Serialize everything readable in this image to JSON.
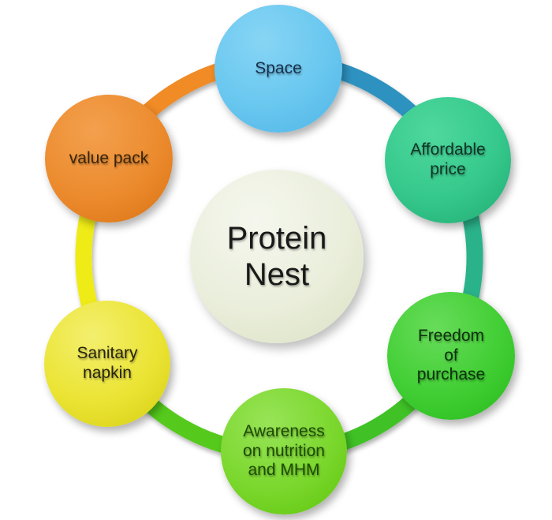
{
  "diagram": {
    "background_color": "#ffffff",
    "center": {
      "label": "Protein\nNest",
      "text_color": "#191919",
      "fill": [
        "#f5f7ee",
        "#eaeedb",
        "#dbe1c4"
      ]
    },
    "nodes": [
      {
        "id": "space",
        "label": "Space",
        "text_color": "#15304d",
        "fill": [
          "#87d5f5",
          "#69c7ef",
          "#51b5e7"
        ]
      },
      {
        "id": "affordable-price",
        "label": "Affordable\nprice",
        "text_color": "#0e3526",
        "fill": [
          "#4fd89e",
          "#35c88c",
          "#21ab72"
        ]
      },
      {
        "id": "freedom-of-purchase",
        "label": "Freedom\nof\npurchase",
        "text_color": "#0b330b",
        "fill": [
          "#68dc5a",
          "#41ce34",
          "#28bb1d"
        ]
      },
      {
        "id": "awareness",
        "label": "Awareness\non nutrition\nand MHM",
        "text_color": "#1d4b00",
        "fill": [
          "#98e458",
          "#7bd72d",
          "#5fc60d"
        ]
      },
      {
        "id": "sanitary-napkin",
        "label": "Sanitary\nnapkin",
        "text_color": "#28240a",
        "fill": [
          "#f3ef6e",
          "#ebe434",
          "#d6ce12"
        ]
      },
      {
        "id": "value-pack",
        "label": "value pack",
        "text_color": "#3a2405",
        "fill": [
          "#f3a04e",
          "#ec8b2e",
          "#d97313"
        ]
      }
    ],
    "ring": {
      "segments": [
        {
          "from": "value-pack",
          "to": "space",
          "color": "#f08b26"
        },
        {
          "from": "space",
          "to": "affordable-price",
          "color": "#2d92c0"
        },
        {
          "from": "affordable-price",
          "to": "freedom-of-purchase",
          "color": "#2cb28a"
        },
        {
          "from": "freedom-of-purchase",
          "to": "awareness",
          "color": "#3fc227"
        },
        {
          "from": "awareness",
          "to": "sanitary-napkin",
          "color": "#54ca1e"
        },
        {
          "from": "sanitary-napkin",
          "to": "value-pack",
          "color": "#efeb19"
        }
      ]
    }
  }
}
